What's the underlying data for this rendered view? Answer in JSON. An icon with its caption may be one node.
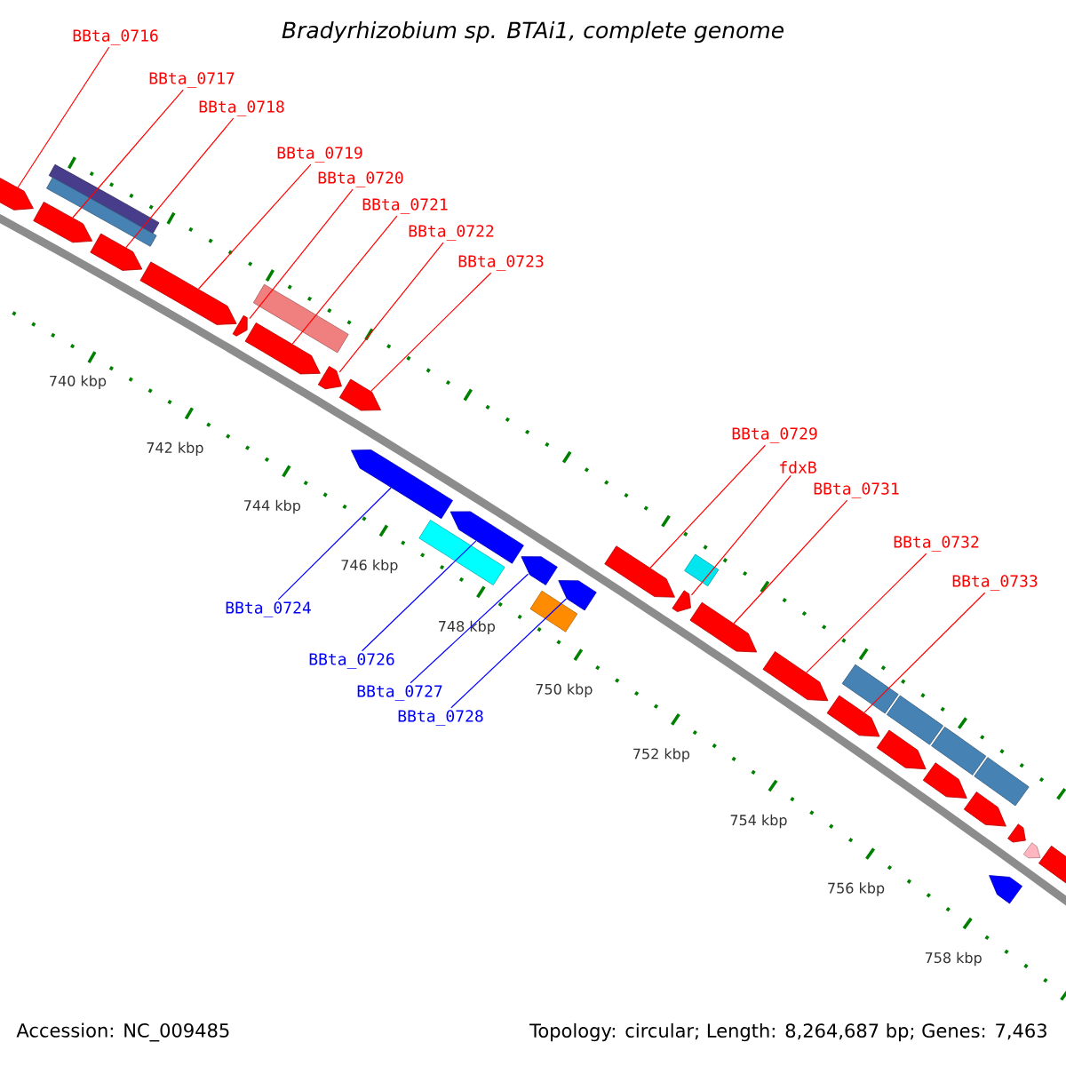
{
  "diagram": {
    "title": "Bradyrhizobium sp. BTAi1, complete genome",
    "nodes": [
      {
        "text": [
          "BBta_0716"
        ]
      },
      {
        "text": [
          "BBta_0717"
        ]
      },
      {
        "text": [
          "BBta_0718"
        ]
      },
      {
        "text": [
          "BBta_0719"
        ]
      },
      {
        "text": [
          "BBta_0720"
        ]
      },
      {
        "text": [
          "BBta_0721"
        ]
      },
      {
        "text": [
          "BBta_0722"
        ]
      },
      {
        "text": [
          "BBta_0723"
        ]
      },
      {
        "text": [
          "BBta_0724"
        ]
      },
      {
        "text": [
          "BBta_0726"
        ]
      },
      {
        "text": [
          "BBta_0727"
        ]
      },
      {
        "text": [
          "BBta_0728"
        ]
      },
      {
        "text": [
          "BBta_0729"
        ]
      },
      {
        "text": [
          "fdxB"
        ]
      },
      {
        "text": [
          "BBta_0731"
        ]
      },
      {
        "text": [
          "BBta_0732"
        ]
      },
      {
        "text": [
          "BBta_0733"
        ]
      },
      {
        "text": [],
        "shape": "arrow"
      },
      {
        "text": [],
        "shape": "arrow"
      },
      {
        "text": [],
        "shape": "arrow"
      },
      {
        "text": [],
        "shape": "arrow"
      },
      {
        "text": [],
        "shape": "arrow"
      },
      {
        "text": [],
        "shape": "arrow"
      },
      {
        "text": [],
        "shape": "arrow"
      },
      {
        "text": [],
        "shape": "arrow"
      },
      {
        "text": [],
        "shape": "arrow"
      },
      {
        "text": [],
        "shape": "arrow"
      },
      {
        "text": [],
        "shape": "arrow"
      },
      {
        "text": [],
        "shape": "arrow"
      },
      {
        "text": [],
        "shape": "arrow"
      },
      {
        "text": [],
        "shape": "arrow"
      },
      {
        "text": [],
        "shape": "arrow"
      },
      {
        "text": [],
        "shape": "arrow"
      },
      {
        "text": [],
        "shape": "arrow"
      },
      {
        "text": [],
        "shape": "box"
      },
      {
        "text": [],
        "shape": "box"
      },
      {
        "text": [],
        "shape": "box"
      },
      {
        "text": [],
        "shape": "box"
      },
      {
        "text": [],
        "shape": "box"
      },
      {
        "text": [],
        "shape": "box"
      },
      {
        "text": [],
        "shape": "box"
      },
      {
        "text": [],
        "shape": "box"
      },
      {
        "text": [],
        "shape": "box"
      },
      {
        "text": [],
        "shape": "box"
      },
      {
        "text": [],
        "shape": "arrow"
      },
      {
        "text": [],
        "shape": "arrow"
      },
      {
        "text": [],
        "shape": "arrow"
      },
      {
        "text": [],
        "shape": "arrow"
      },
      {
        "text": [],
        "shape": "arrow"
      },
      {
        "text": [],
        "shape": "arrow"
      },
      {
        "text": [],
        "shape": "arrow"
      }
    ],
    "edges": [
      {
        "from": 0,
        "to": 17,
        "arrow": "none"
      },
      {
        "from": 1,
        "to": 18,
        "arrow": "none"
      },
      {
        "from": 2,
        "to": 19,
        "arrow": "none"
      },
      {
        "from": 3,
        "to": 20,
        "arrow": "none"
      },
      {
        "from": 4,
        "to": 21,
        "arrow": "none"
      },
      {
        "from": 5,
        "to": 22,
        "arrow": "none"
      },
      {
        "from": 6,
        "to": 23,
        "arrow": "none"
      },
      {
        "from": 7,
        "to": 24,
        "arrow": "none"
      },
      {
        "from": 8,
        "to": 25,
        "arrow": "none",
        "color": "#0000ff"
      },
      {
        "from": 9,
        "to": 26,
        "arrow": "none",
        "color": "#0000ff"
      },
      {
        "from": 10,
        "to": 27,
        "arrow": "none",
        "color": "#0000ff"
      },
      {
        "from": 11,
        "to": 28,
        "arrow": "none",
        "color": "#0000ff"
      },
      {
        "from": 12,
        "to": 29,
        "arrow": "none"
      },
      {
        "from": 13,
        "to": 30,
        "arrow": "none"
      },
      {
        "from": 14,
        "to": 31,
        "arrow": "none"
      },
      {
        "from": 15,
        "to": 32,
        "arrow": "none"
      },
      {
        "from": 16,
        "to": 33,
        "arrow": "none"
      }
    ],
    "labels": [
      "740 kbp",
      "742 kbp",
      "744 kbp",
      "746 kbp",
      "748 kbp",
      "750 kbp",
      "752 kbp",
      "754 kbp",
      "756 kbp",
      "758 kbp",
      "Accession: NC_009485",
      "Topology: circular; Length: 8,264,687 bp; Genes: 7,463"
    ]
  }
}
